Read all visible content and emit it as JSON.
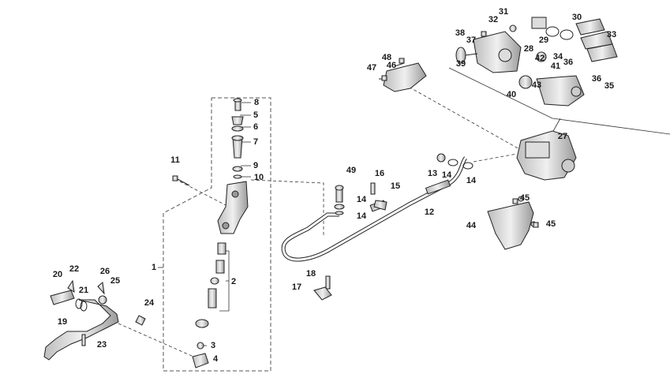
{
  "diagram": {
    "type": "exploded-parts-diagram",
    "colors": {
      "line": "#222222",
      "part_fill": "#e8e8e8",
      "part_shade": "#9a9a9a",
      "background": "#ffffff"
    },
    "callouts": [
      {
        "id": "c8",
        "label": "8"
      },
      {
        "id": "c5",
        "label": "5"
      },
      {
        "id": "c6",
        "label": "6"
      },
      {
        "id": "c7",
        "label": "7"
      },
      {
        "id": "c9",
        "label": "9"
      },
      {
        "id": "c10",
        "label": "10"
      },
      {
        "id": "c11",
        "label": "11"
      },
      {
        "id": "c1",
        "label": "1"
      },
      {
        "id": "c2",
        "label": "2"
      },
      {
        "id": "c3",
        "label": "3"
      },
      {
        "id": "c4",
        "label": "4"
      },
      {
        "id": "c20",
        "label": "20"
      },
      {
        "id": "c22",
        "label": "22"
      },
      {
        "id": "c21",
        "label": "21"
      },
      {
        "id": "c26",
        "label": "26"
      },
      {
        "id": "c25",
        "label": "25"
      },
      {
        "id": "c19",
        "label": "19"
      },
      {
        "id": "c24",
        "label": "24"
      },
      {
        "id": "c23",
        "label": "23"
      },
      {
        "id": "c49",
        "label": "49"
      },
      {
        "id": "c16",
        "label": "16"
      },
      {
        "id": "c15",
        "label": "15"
      },
      {
        "id": "c14a",
        "label": "14"
      },
      {
        "id": "c14b",
        "label": "14"
      },
      {
        "id": "c12",
        "label": "12"
      },
      {
        "id": "c13",
        "label": "13"
      },
      {
        "id": "c14c",
        "label": "14"
      },
      {
        "id": "c14d",
        "label": "14"
      },
      {
        "id": "c18",
        "label": "18"
      },
      {
        "id": "c17",
        "label": "17"
      },
      {
        "id": "c48",
        "label": "48"
      },
      {
        "id": "c46",
        "label": "46"
      },
      {
        "id": "c47",
        "label": "47"
      },
      {
        "id": "c27",
        "label": "27"
      },
      {
        "id": "c45a",
        "label": "45"
      },
      {
        "id": "c45b",
        "label": "45"
      },
      {
        "id": "c44",
        "label": "44"
      },
      {
        "id": "c31",
        "label": "31"
      },
      {
        "id": "c32",
        "label": "32"
      },
      {
        "id": "c30",
        "label": "30"
      },
      {
        "id": "c38",
        "label": "38"
      },
      {
        "id": "c37",
        "label": "37"
      },
      {
        "id": "c29",
        "label": "29"
      },
      {
        "id": "c33",
        "label": "33"
      },
      {
        "id": "c28",
        "label": "28"
      },
      {
        "id": "c42",
        "label": "42"
      },
      {
        "id": "c34",
        "label": "34"
      },
      {
        "id": "c36a",
        "label": "36"
      },
      {
        "id": "c39",
        "label": "39"
      },
      {
        "id": "c41",
        "label": "41"
      },
      {
        "id": "c43",
        "label": "43"
      },
      {
        "id": "c36b",
        "label": "36"
      },
      {
        "id": "c35",
        "label": "35"
      },
      {
        "id": "c40",
        "label": "40"
      }
    ]
  }
}
